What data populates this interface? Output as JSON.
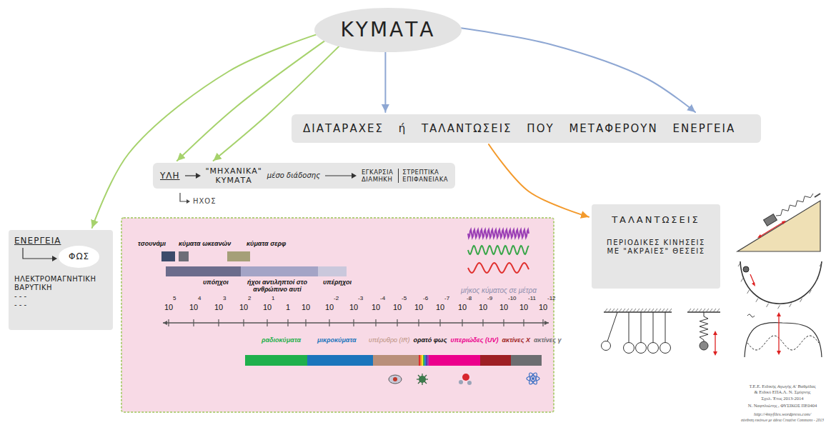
{
  "diagram": {
    "nodes": [
      {
        "text": [
          "ΚΥΜΑΤΑ"
        ]
      },
      {
        "text": [
          "ΔΙΑΤΑΡΑΧΕΣ ή ΤΑΛΑΝΤΩΣΕΙΣ ΠΟΥ ΜΕΤΑΦΕΡΟΥΝ ΕΝΕΡΓΕΙΑ"
        ]
      },
      {
        "text": [
          "ΥΛΗ",
          "\"ΜΗΧΑΝΙΚΑ\" ΚΥΜΑΤΑ",
          "μέσο διάδοσης",
          "ΕΓΚΑΡΣΙΑ ΔΙΑΜΗΚΗ",
          "ΣΤΡΕΠΤΙΚΑ ΕΠΙΦΑΝΕΙΑΚΑ"
        ]
      },
      {
        "text": [
          "ΕΝΕΡΓΕΙΑ",
          "ΦΩΣ",
          "ΗΛΕΚΤΡΟΜΑΓΝΗΤΙΚΗ ΒΑΡΥΤΙΚΗ",
          "- - -",
          "- - -"
        ]
      },
      {
        "text": [
          "ΤΑΛΑΝΤΩΣΕΙΣ",
          "ΠΕΡΙΟΔΙΚΕΣ ΚΙΝΗΣΕΙΣ ΜΕ \"ΑΚΡΑΙΕΣ\" ΘΕΣΕΙΣ"
        ]
      }
    ],
    "edges": [
      {
        "from": 0,
        "to": 1,
        "arrow": "to"
      },
      {
        "from": 0,
        "to": 1,
        "arrow": "to"
      },
      {
        "from": 0,
        "to": 3,
        "arrow": "to"
      },
      {
        "from": 0,
        "to": 2,
        "arrow": "to"
      },
      {
        "from": 0,
        "to": 2,
        "arrow": "to"
      },
      {
        "from": 1,
        "to": 4,
        "arrow": "to"
      }
    ],
    "labels": [
      "ΗΧΟΣ",
      "τσουνάμι",
      "κύματα ωκεανών",
      "κύματα σερφ",
      "υπόηχοι",
      "ήχοι αντιληπτοί στο ανθρώπινο αυτί",
      "υπέρηχοι",
      "μήκος κύματος σε μέτρα",
      "10",
      "5",
      "10",
      "4",
      "10",
      "3",
      "10",
      "2",
      "10",
      "1",
      "1",
      "10",
      "10",
      "-2",
      "10",
      "-3",
      "10",
      "-4",
      "10",
      "-5",
      "10",
      "-6",
      "10",
      "-7",
      "10",
      "-8",
      "10",
      "-9",
      "10",
      "-10",
      "10",
      "-11",
      "10",
      "-12",
      "ραδιοκύματα",
      "μικροκύματα",
      "υπέρυθρο (IR)",
      "ορατό φως",
      "υπεριώδες (UV)",
      "ακτίνες X",
      "ακτίνες γ",
      "Τ.Ε.Ε. Ειδικής Αγωγής Α' Βαθμίδας",
      "& Ειδικό ΕΠΑ.Λ. Ν. Σμύρνης",
      "Σχολ. Έτος 2013-2014",
      "Ν. Ναφπλιώτης , ΦΥΣΙΚΟΣ ΠΕ0404",
      "http://4myfiles.wordpress.com/",
      "σύνθεση εικόνων με άδεια Creative Commons - 2013"
    ]
  }
}
